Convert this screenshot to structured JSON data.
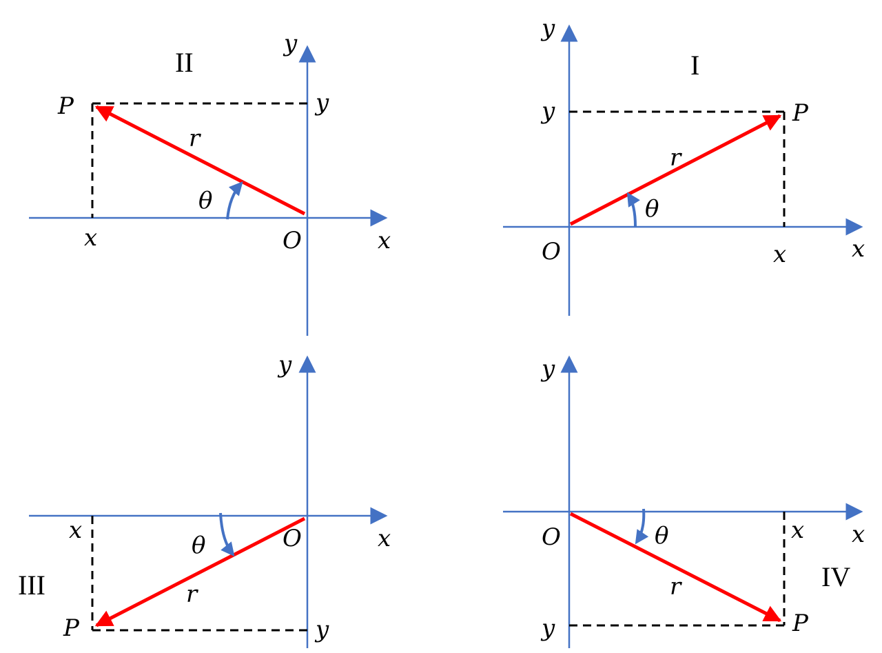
{
  "colors": {
    "axis": "#4472C4",
    "vector": "#FF0000",
    "dashed": "#000000"
  },
  "quadrants": [
    {
      "id": "I",
      "numeral": "I",
      "axis_x": "x",
      "axis_y": "y",
      "origin": "O",
      "point": "P",
      "radius": "r",
      "angle": "θ",
      "proj_x": "x",
      "proj_y": "y"
    },
    {
      "id": "II",
      "numeral": "II",
      "axis_x": "x",
      "axis_y": "y",
      "origin": "O",
      "point": "P",
      "radius": "r",
      "angle": "θ",
      "proj_x": "x",
      "proj_y": "y"
    },
    {
      "id": "III",
      "numeral": "III",
      "axis_x": "x",
      "axis_y": "y",
      "origin": "O",
      "point": "P",
      "radius": "r",
      "angle": "θ",
      "proj_x": "x",
      "proj_y": "y"
    },
    {
      "id": "IV",
      "numeral": "IV",
      "axis_x": "x",
      "axis_y": "y",
      "origin": "O",
      "point": "P",
      "radius": "r",
      "angle": "θ",
      "proj_x": "x",
      "proj_y": "y"
    }
  ]
}
